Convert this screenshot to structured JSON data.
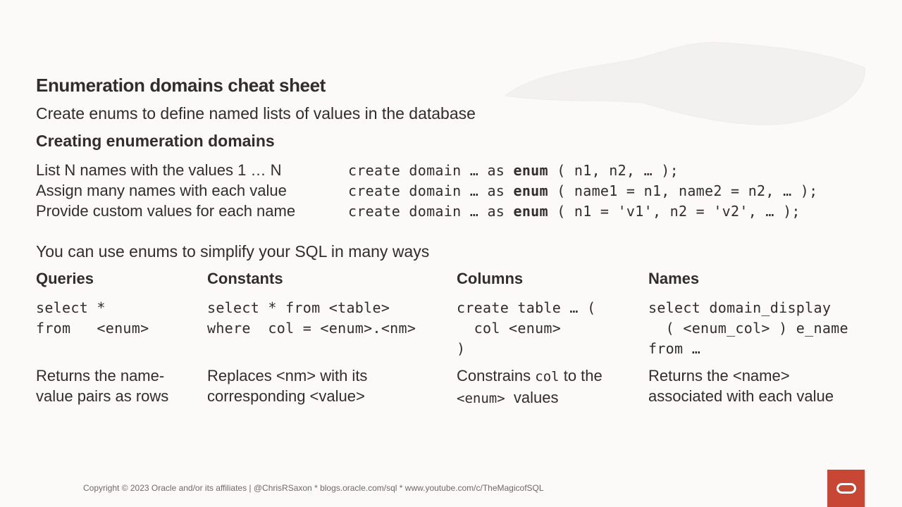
{
  "slide": {
    "title": "Enumeration domains cheat sheet",
    "subtitle": "Create enums to define named lists of values in the database",
    "section_heading": "Creating enumeration domains",
    "creation_rows": [
      {
        "label": "List N names with the values 1 … N",
        "code_pre": "create domain … as ",
        "keyword": "enum",
        "code_post": " ( n1, n2, … );"
      },
      {
        "label": "Assign many names with each value",
        "code_pre": "create domain … as ",
        "keyword": "enum",
        "code_post": " ( name1 = n1, name2 = n2, … );"
      },
      {
        "label": "Provide custom values for each name",
        "code_pre": "create domain … as ",
        "keyword": "enum",
        "code_post": " ( n1 = 'v1', n2 = 'v2', … );"
      }
    ],
    "usage_intro": "You can use enums to simplify your SQL in many ways",
    "columns": [
      {
        "heading": "Queries",
        "code": "select *\nfrom   <enum>",
        "desc": "Returns the name-\nvalue pairs as rows"
      },
      {
        "heading": "Constants",
        "code": "select * from <table>\nwhere  col = <enum>.<nm>",
        "desc": "Replaces <nm> with its\ncorresponding <value>"
      },
      {
        "heading": "Columns",
        "code": "create table … (\n  col <enum>\n)",
        "desc_line1_pre": "Constrains ",
        "desc_line1_code": "col",
        "desc_line1_post": " to the",
        "desc_line2_code": "<enum>",
        "desc_line2_post": "  values"
      },
      {
        "heading": "Names",
        "code": "select domain_display\n  ( <enum_col> ) e_name\nfrom …",
        "desc": "Returns the <name>\nassociated with each value"
      }
    ]
  },
  "footer": {
    "text": "Copyright © 2023 Oracle and/or its affiliates | @ChrisRSaxon * blogs.oracle.com/sql * www.youtube.com/c/TheMagicofSQL"
  },
  "brand": {
    "logo": "oracle-logo",
    "accent_color": "#c74634"
  }
}
